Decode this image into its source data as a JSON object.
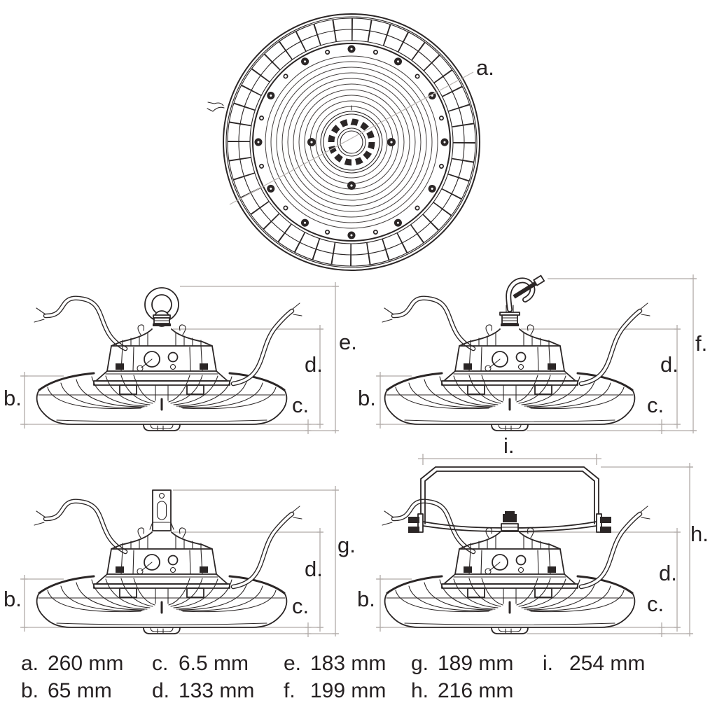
{
  "drawing_title": "UFO LED high bay luminaire dimensional drawing",
  "colors": {
    "background": "#ffffff",
    "line": "#2b2626",
    "dimension_line": "#b0aaa7",
    "text": "#262122"
  },
  "top_view": {
    "callout": "a."
  },
  "side_views": [
    {
      "id": "eyebolt",
      "mount": "eye-bolt mount",
      "dims": {
        "overall_height": "e.",
        "driver_height": "d.",
        "lens_lip": "c.",
        "body_height": "b."
      }
    },
    {
      "id": "hook",
      "mount": "hook mount",
      "dims": {
        "overall_height": "f.",
        "driver_height": "d.",
        "lens_lip": "c.",
        "body_height": "b."
      }
    },
    {
      "id": "bracket",
      "mount": "flat bracket mount",
      "dims": {
        "overall_height": "g.",
        "driver_height": "d.",
        "lens_lip": "c.",
        "body_height": "b."
      }
    },
    {
      "id": "u-bracket",
      "mount": "U-bracket mount",
      "dims": {
        "overall_height": "h.",
        "driver_height": "d.",
        "lens_lip": "c.",
        "body_height": "b.",
        "bracket_width": "i."
      }
    }
  ],
  "legend": {
    "items": [
      {
        "key": "a.",
        "value": "260 mm"
      },
      {
        "key": "b.",
        "value": "65 mm"
      },
      {
        "key": "c.",
        "value": "6.5 mm"
      },
      {
        "key": "d.",
        "value": "133 mm"
      },
      {
        "key": "e.",
        "value": "183 mm"
      },
      {
        "key": "f.",
        "value": "199 mm"
      },
      {
        "key": "g.",
        "value": "189 mm"
      },
      {
        "key": "h.",
        "value": "216 mm"
      },
      {
        "key": "i.",
        "value": "254 mm"
      }
    ]
  }
}
